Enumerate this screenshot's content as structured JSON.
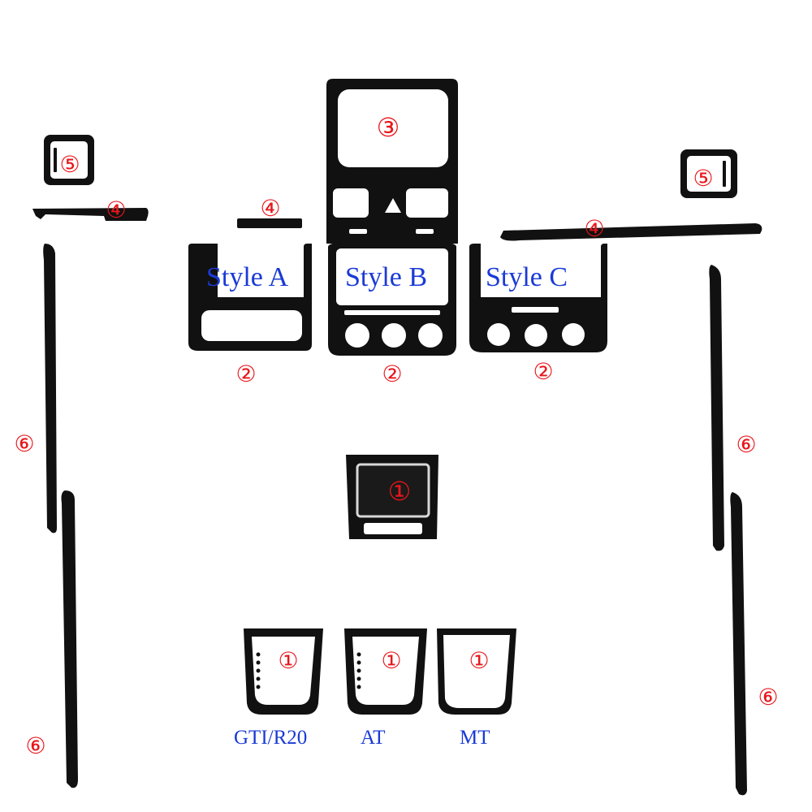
{
  "labels": {
    "part_1": "①",
    "part_2": "②",
    "part_3": "③",
    "part_4": "④",
    "part_5": "⑤",
    "part_6": "⑥"
  },
  "styles": {
    "a": "Style A",
    "b": "Style B",
    "c": "Style C"
  },
  "variants": {
    "gti": "GTI/R20",
    "at": "AT",
    "mt": "MT"
  },
  "colors": {
    "part_number": "#e8161b",
    "style_label": "#1a3ad6",
    "trim": "#111111"
  }
}
